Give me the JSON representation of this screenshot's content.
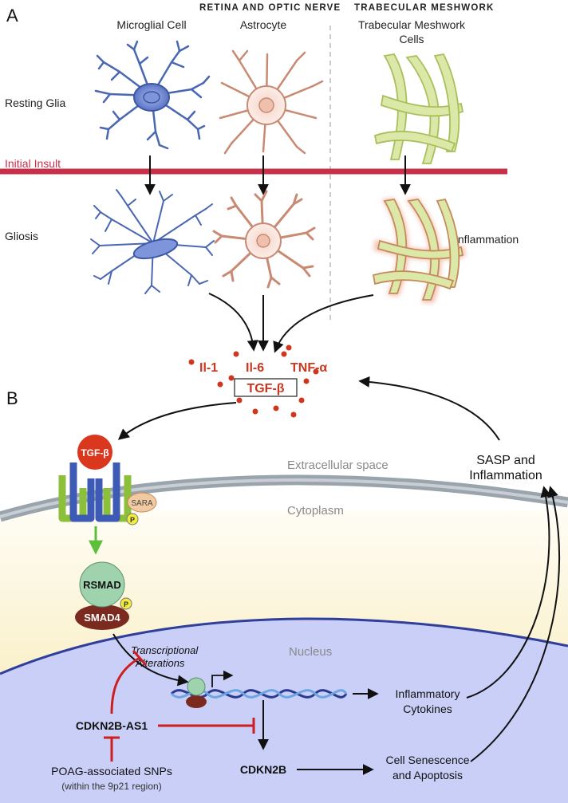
{
  "panel_a": {
    "letter": "A",
    "header_left": "RETINA AND OPTIC NERVE",
    "header_right": "TRABECULAR MESHWORK",
    "col_microglia": "Microglial Cell",
    "col_astrocyte": "Astrocyte",
    "col_trabecular_1": "Trabecular Meshwork",
    "col_trabecular_2": "Cells",
    "row_resting": "Resting Glia",
    "row_insult": "Initial Insult",
    "row_gliosis": "Gliosis",
    "row_inflammation": "Inflammation"
  },
  "cytokines": {
    "il1": "Il-1",
    "il6": "Il-6",
    "tnf": "TNF-α",
    "tgf": "TGF-β"
  },
  "panel_b": {
    "letter": "B",
    "receptor_ligand": "TGF-β",
    "sara": "SARA",
    "phospho": "P",
    "extracellular": "Extracellular space",
    "cytoplasm": "Cytoplasm",
    "nucleus": "Nucleus",
    "rsmad": "RSMAD",
    "smad4": "SMAD4",
    "transcriptional_1": "Transcriptional",
    "transcriptional_2": "Alterations",
    "sasp_1": "SASP and",
    "sasp_2": "Inflammation",
    "inflammatory_1": "Inflammatory",
    "inflammatory_2": "Cytokines",
    "cdkn2b_as1": "CDKN2B-AS1",
    "cdkn2b": "CDKN2B",
    "senescence_1": "Cell Senescence",
    "senescence_2": "and Apoptosis",
    "snps_1": "POAG-associated SNPs",
    "snps_2": "(within the 9p21 region)"
  },
  "colors": {
    "insult_line": "#c8304a",
    "microglia": "#4a67b3",
    "astrocyte": "#c98a74",
    "trabecular": "#b9cf6a",
    "cytokine": "#c8371f",
    "inhibition": "#cc1f1f",
    "nucleus_fill": "#c9cff7",
    "membrane": "#9aa4ad"
  }
}
